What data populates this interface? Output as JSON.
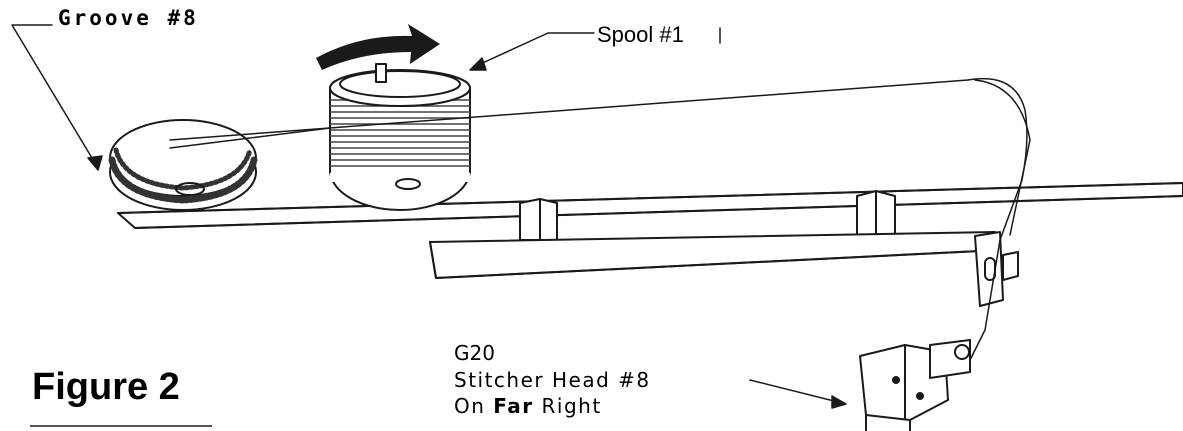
{
  "labels": {
    "groove": "Groove #8",
    "spool": "Spool #1",
    "head_code": "G20",
    "head_name": "Stitcher Head #8",
    "head_pos_prefix": "On",
    "head_pos_emph": "Far",
    "head_pos_suffix": "Right",
    "figure": "Figure 2"
  },
  "colors": {
    "line": "#1a1a1a",
    "background": "#ffffff"
  }
}
